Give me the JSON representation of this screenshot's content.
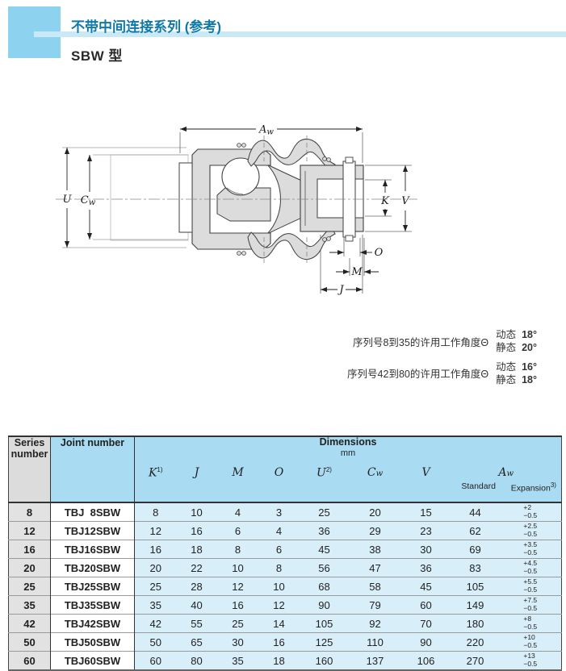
{
  "header": {
    "title_zh": "不带中间连接系列 (参考)",
    "model": "SBW 型"
  },
  "diagram": {
    "labels": {
      "aw_main": "A",
      "aw_sub": "w",
      "u": "U",
      "cw_main": "C",
      "cw_sub": "w",
      "k": "K",
      "v": "V",
      "o": "O",
      "m": "M",
      "j": "J"
    }
  },
  "angles": [
    {
      "label": "序列号8到35的许用工作角度Θ",
      "dyn_label": "动态",
      "dyn_value": "18°",
      "sta_label": "静态",
      "sta_value": "20°"
    },
    {
      "label": "序列号42到80的许用工作角度Θ",
      "dyn_label": "动态",
      "dyn_value": "16°",
      "sta_label": "静态",
      "sta_value": "18°"
    }
  ],
  "table": {
    "series_header": "Series\nnumber",
    "series_header_line1": "Series",
    "series_header_line2": "number",
    "joint_header": "Joint number",
    "dims_header": "Dimensions",
    "dims_unit": "mm",
    "columns": {
      "k": "K",
      "k_sup": "1)",
      "j": "J",
      "m": "M",
      "o": "O",
      "u": "U",
      "u_sup": "2)",
      "cw_main": "C",
      "cw_sub": "w",
      "v": "V",
      "aw_main": "A",
      "aw_sub": "w",
      "standard": "Standard",
      "expansion": "Expansion",
      "expansion_sup": "3)"
    },
    "rows": [
      {
        "series": "8",
        "joint": "TBJ  8SBW",
        "k": "8",
        "j": "10",
        "m": "4",
        "o": "3",
        "u": "25",
        "cw": "20",
        "v": "15",
        "std": "44",
        "tol_p": "+2",
        "tol_m": "−0.5"
      },
      {
        "series": "12",
        "joint": "TBJ12SBW",
        "k": "12",
        "j": "16",
        "m": "6",
        "o": "4",
        "u": "36",
        "cw": "29",
        "v": "23",
        "std": "62",
        "tol_p": "+2.5",
        "tol_m": "−0.5"
      },
      {
        "series": "16",
        "joint": "TBJ16SBW",
        "k": "16",
        "j": "18",
        "m": "8",
        "o": "6",
        "u": "45",
        "cw": "38",
        "v": "30",
        "std": "69",
        "tol_p": "+3.5",
        "tol_m": "−0.5"
      },
      {
        "series": "20",
        "joint": "TBJ20SBW",
        "k": "20",
        "j": "22",
        "m": "10",
        "o": "8",
        "u": "56",
        "cw": "47",
        "v": "36",
        "std": "83",
        "tol_p": "+4.5",
        "tol_m": "−0.5"
      },
      {
        "series": "25",
        "joint": "TBJ25SBW",
        "k": "25",
        "j": "28",
        "m": "12",
        "o": "10",
        "u": "68",
        "cw": "58",
        "v": "45",
        "std": "105",
        "tol_p": "+5.5",
        "tol_m": "−0.5"
      },
      {
        "series": "35",
        "joint": "TBJ35SBW",
        "k": "35",
        "j": "40",
        "m": "16",
        "o": "12",
        "u": "90",
        "cw": "79",
        "v": "60",
        "std": "149",
        "tol_p": "+7.5",
        "tol_m": "−0.5"
      },
      {
        "series": "42",
        "joint": "TBJ42SBW",
        "k": "42",
        "j": "55",
        "m": "25",
        "o": "14",
        "u": "105",
        "cw": "92",
        "v": "70",
        "std": "180",
        "tol_p": "+8",
        "tol_m": "−0.5"
      },
      {
        "series": "50",
        "joint": "TBJ50SBW",
        "k": "50",
        "j": "65",
        "m": "30",
        "o": "16",
        "u": "125",
        "cw": "110",
        "v": "90",
        "std": "220",
        "tol_p": "+10",
        "tol_m": "−0.5"
      },
      {
        "series": "60",
        "joint": "TBJ60SBW",
        "k": "60",
        "j": "80",
        "m": "35",
        "o": "18",
        "u": "160",
        "cw": "137",
        "v": "106",
        "std": "270",
        "tol_p": "+13",
        "tol_m": "−0.5"
      }
    ]
  }
}
